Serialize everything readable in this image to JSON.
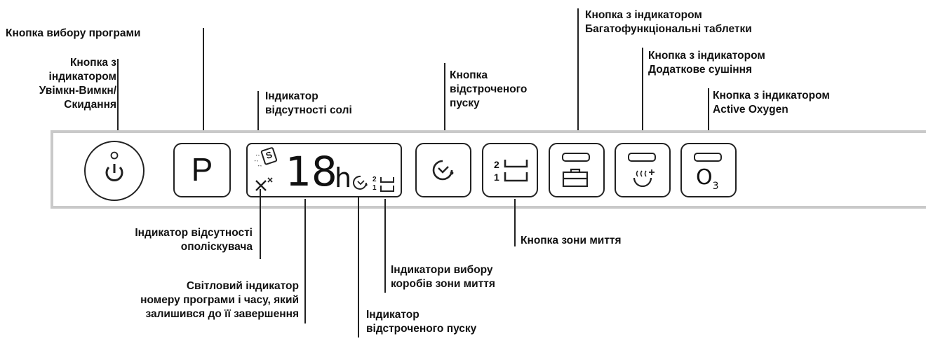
{
  "labels": {
    "program_button": "Кнопка вибору програми",
    "onoff_button": [
      "Кнопка з",
      "індикатором",
      "Увімкн-Вимкн/",
      "Скидання"
    ],
    "salt_indicator": [
      "Індикатор",
      "відсутності солі"
    ],
    "delay_button": [
      "Кнопка",
      "відстроченого",
      "пуску"
    ],
    "multitab_button": [
      "Кнопка з індикатором",
      "Багатофункціональні таблетки"
    ],
    "extradry_button": [
      "Кнопка з індикатором",
      "Додаткове сушіння"
    ],
    "oxygen_button": [
      "Кнопка з індикатором",
      "Active Oxygen"
    ],
    "rinse_indicator": [
      "Індикатор відсутності",
      "ополіскувача"
    ],
    "zone_button": "Кнопка зони миття",
    "zone_indicators": [
      "Індикатори вибору",
      "коробів зони миття"
    ],
    "program_time_indicator": [
      "Світловий індикатор",
      "номеру програми і часу, який",
      "залишився до її завершення"
    ],
    "delay_indicator": [
      "Індикатор",
      "відстроченого пуску"
    ]
  },
  "panel": {
    "program_letter": "P",
    "display_digits": "18",
    "display_unit": "h",
    "salt_symbol": "S",
    "zone_top": "2",
    "zone_bottom": "1",
    "oxygen_symbol": "O",
    "oxygen_sub": "3"
  },
  "icons": [
    "power-icon",
    "salt-icon",
    "rinse-aid-icon",
    "clock-icon",
    "wash-zone-icon",
    "tablet-icon",
    "extra-dry-icon",
    "oxygen-icon"
  ]
}
